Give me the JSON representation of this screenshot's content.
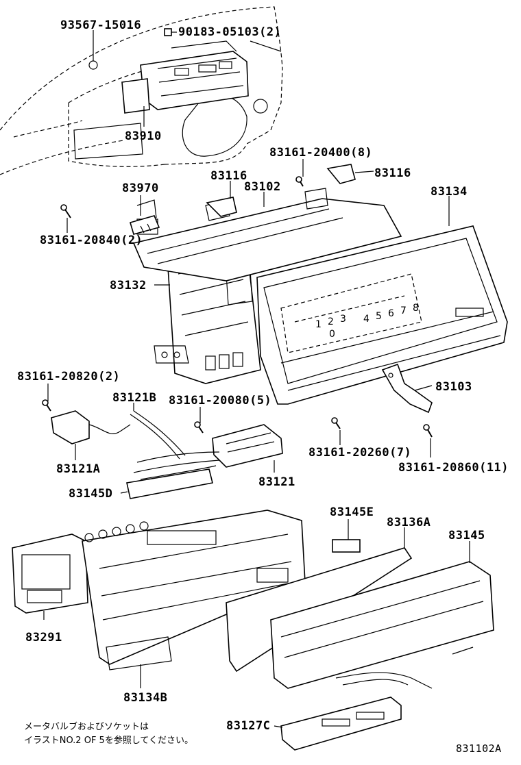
{
  "callouts": [
    {
      "id": "p93567",
      "text": "93567-15016"
    },
    {
      "id": "p90183",
      "text": "90183-05103(2)"
    },
    {
      "id": "p83910",
      "text": "83910"
    },
    {
      "id": "p83161_20400",
      "text": "83161-20400(8)"
    },
    {
      "id": "p83116a",
      "text": "83116"
    },
    {
      "id": "p83116b",
      "text": "83116"
    },
    {
      "id": "p83102",
      "text": "83102"
    },
    {
      "id": "p83970",
      "text": "83970"
    },
    {
      "id": "p83134",
      "text": "83134"
    },
    {
      "id": "p83161_20840",
      "text": "83161-20840(2)"
    },
    {
      "id": "p83132",
      "text": "83132"
    },
    {
      "id": "p83161_20820",
      "text": "83161-20820(2)"
    },
    {
      "id": "p83103",
      "text": "83103"
    },
    {
      "id": "p83121B",
      "text": "83121B"
    },
    {
      "id": "p83161_20080",
      "text": "83161-20080(5)"
    },
    {
      "id": "p83161_20260",
      "text": "83161-20260(7)"
    },
    {
      "id": "p83161_20860",
      "text": "83161-20860(11)"
    },
    {
      "id": "p83121A",
      "text": "83121A"
    },
    {
      "id": "p83121",
      "text": "83121"
    },
    {
      "id": "p83145D",
      "text": "83145D"
    },
    {
      "id": "p83145E",
      "text": "83145E"
    },
    {
      "id": "p83136A",
      "text": "83136A"
    },
    {
      "id": "p83145",
      "text": "83145"
    },
    {
      "id": "p83291",
      "text": "83291"
    },
    {
      "id": "p83134B",
      "text": "83134B"
    },
    {
      "id": "p83127C",
      "text": "83127C"
    }
  ],
  "note_lines": [
    "メータバルブおよびソケットは",
    "イラストNO.2 OF 5を参照してください。"
  ],
  "figure_code": "831102A",
  "gauge_digits": [
    "1",
    "2",
    "3",
    "4",
    "5",
    "6",
    "7",
    "8"
  ],
  "gauge_zero": "0",
  "colors": {
    "ink": "#000000",
    "paper": "#ffffff"
  }
}
